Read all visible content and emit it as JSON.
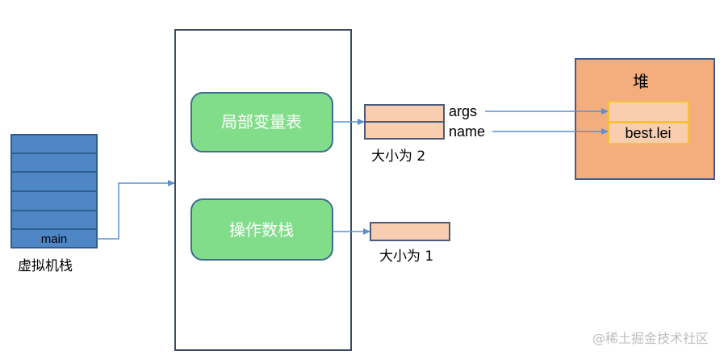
{
  "vm_stack": {
    "label": "虚拟机栈",
    "frame_label": "main"
  },
  "frame": {
    "local_var_table": {
      "label": "局部变量表",
      "size_label": "大小为 2",
      "slots": [
        {
          "name": "args"
        },
        {
          "name": "name"
        }
      ]
    },
    "operand_stack": {
      "label": "操作数栈",
      "size_label": "大小为 1"
    }
  },
  "heap": {
    "title": "堆",
    "objects": [
      {
        "value": ""
      },
      {
        "value": "best.lei"
      }
    ]
  },
  "watermark": "@稀土掘金技术社区",
  "colors": {
    "stack_blue": "#4f86c6",
    "stack_border": "#2f5d91",
    "green_box": "#82dd8a",
    "green_border": "#3d6f8f",
    "slot_fill": "#f9cdb0",
    "slot_border": "#4a5a7a",
    "heap_fill": "#f4ae7e",
    "heap_border": "#3f5e8c",
    "heap_slot_border": "#f3c23a",
    "arrow": "#5a8fd0"
  }
}
